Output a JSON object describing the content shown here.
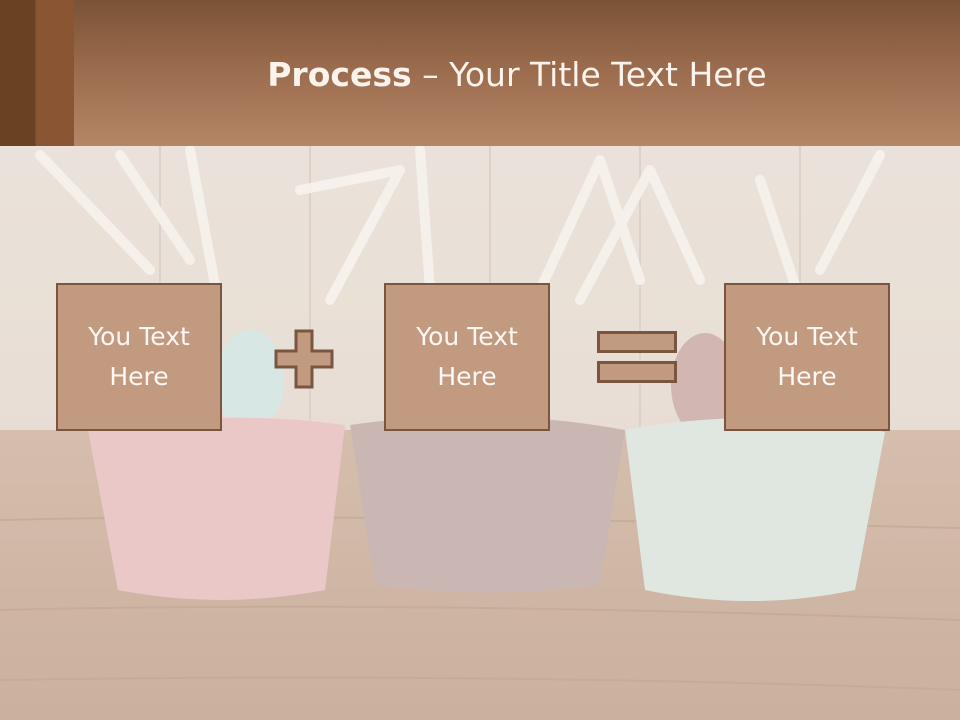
{
  "title": {
    "bold": "Process",
    "rest": " – Your Title Text Here"
  },
  "boxes": [
    {
      "text": "You Text Here"
    },
    {
      "text": "You Text Here"
    },
    {
      "text": "You Text Here"
    }
  ],
  "operators": [
    "plus-icon",
    "equals-icon"
  ],
  "colors": {
    "header": "#b08162",
    "header_accent": "#6b4124",
    "box_fill": "#c19a80",
    "box_border": "#7a5640",
    "text_light": "#fbf3ec"
  }
}
